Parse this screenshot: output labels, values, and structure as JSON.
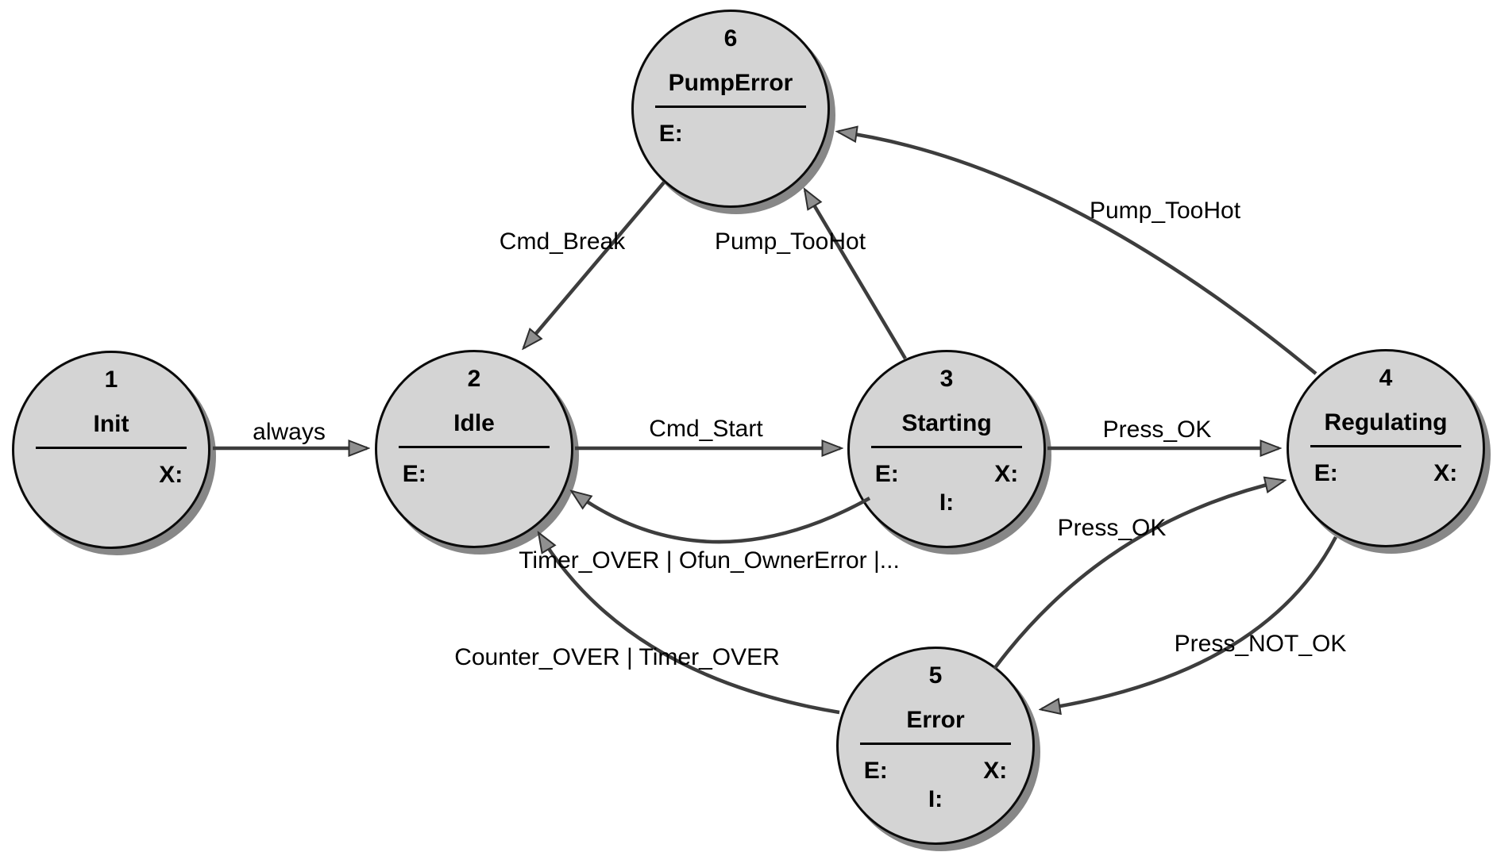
{
  "colors": {
    "state_fill": "#d4d4d4",
    "state_border": "#0b0b0b",
    "state_shadow": "#878787",
    "edge_stroke": "#3d3d3d",
    "arrowhead_fill": "#8f8f8f",
    "text": "#000000"
  },
  "states": [
    {
      "number": "1",
      "name": "Init",
      "entry": "",
      "exit": "X:",
      "input": ""
    },
    {
      "number": "2",
      "name": "Idle",
      "entry": "E:",
      "exit": "",
      "input": ""
    },
    {
      "number": "3",
      "name": "Starting",
      "entry": "E:",
      "exit": "X:",
      "input": "I:"
    },
    {
      "number": "4",
      "name": "Regulating",
      "entry": "E:",
      "exit": "X:",
      "input": ""
    },
    {
      "number": "5",
      "name": "Error",
      "entry": "E:",
      "exit": "X:",
      "input": "I:"
    },
    {
      "number": "6",
      "name": "PumpError",
      "entry": "E:",
      "exit": "",
      "input": ""
    }
  ],
  "transitions": [
    {
      "from": "Init",
      "to": "Idle",
      "label": "always"
    },
    {
      "from": "Idle",
      "to": "Starting",
      "label": "Cmd_Start"
    },
    {
      "from": "Starting",
      "to": "Regulating",
      "label": "Press_OK"
    },
    {
      "from": "PumpError",
      "to": "Idle",
      "label": "Cmd_Break"
    },
    {
      "from": "Starting",
      "to": "PumpError",
      "label": "Pump_TooHot"
    },
    {
      "from": "Regulating",
      "to": "PumpError",
      "label": "Pump_TooHot"
    },
    {
      "from": "Starting",
      "to": "Idle",
      "label": "Timer_OVER | Ofun_OwnerError |..."
    },
    {
      "from": "Error",
      "to": "Idle",
      "label": "Counter_OVER | Timer_OVER"
    },
    {
      "from": "Error",
      "to": "Regulating",
      "label": "Press_OK"
    },
    {
      "from": "Regulating",
      "to": "Error",
      "label": "Press_NOT_OK"
    }
  ]
}
